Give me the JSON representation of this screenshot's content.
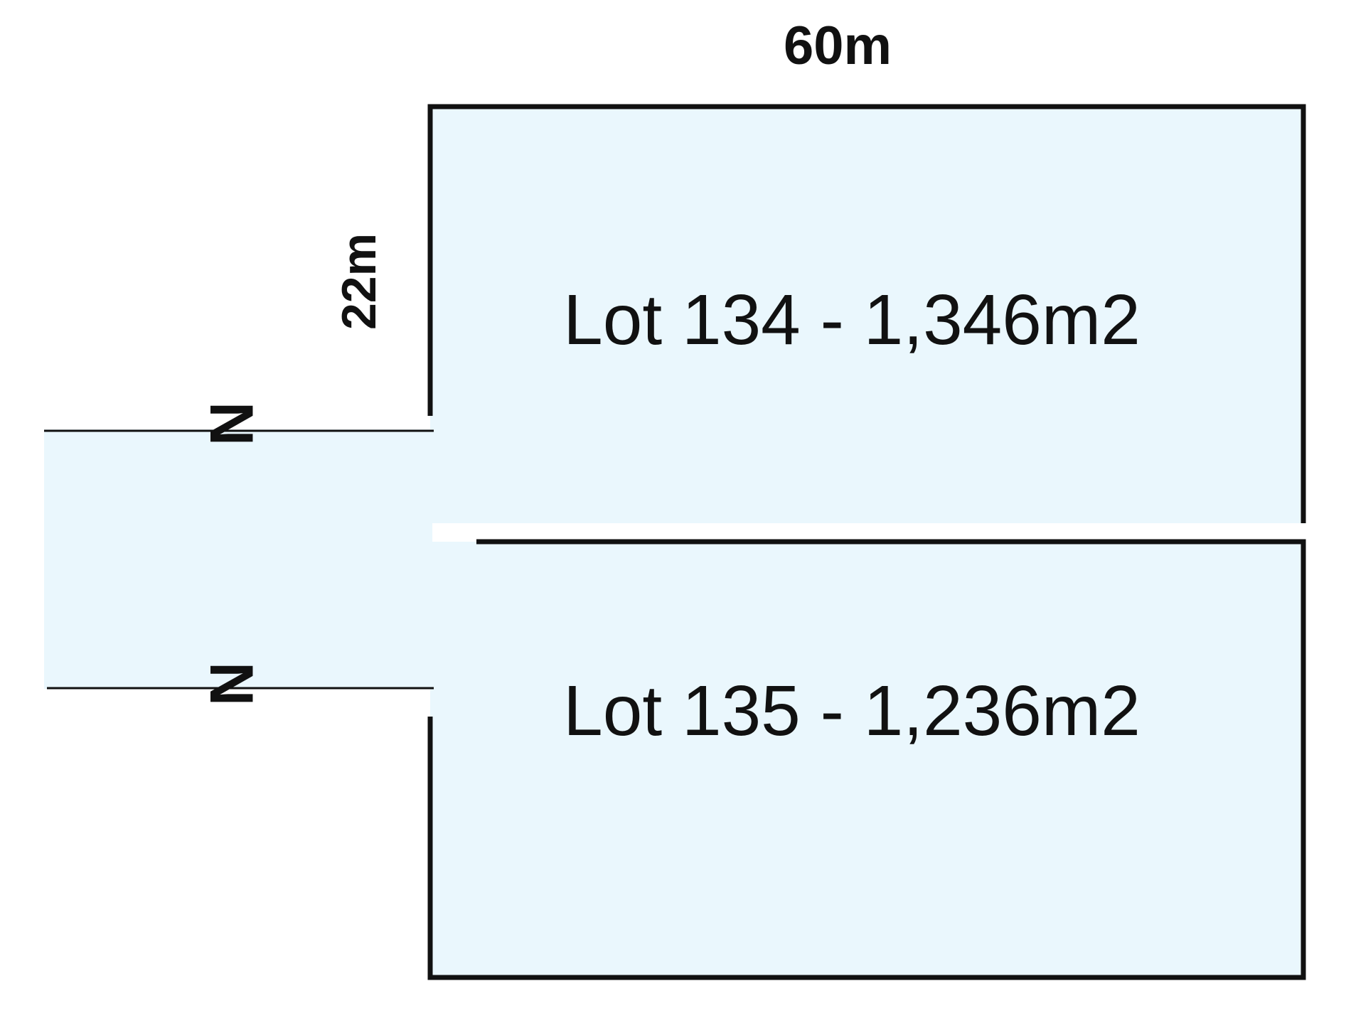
{
  "dimensions": {
    "width_label": "60m",
    "depth_label": "22m"
  },
  "lots": [
    {
      "label": "Lot 134 - 1,346m2",
      "lot_number": "134",
      "area_m2": 1346
    },
    {
      "label": "Lot 135 - 1,236m2",
      "lot_number": "135",
      "area_m2": 1236
    }
  ],
  "access_marks": [
    "N",
    "N"
  ],
  "colors": {
    "lot_fill": "#eaf7fd",
    "boundary": "#111111",
    "background": "#ffffff"
  }
}
